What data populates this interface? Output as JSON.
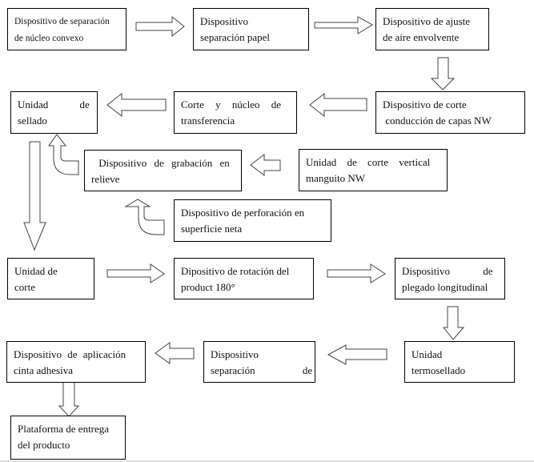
{
  "diagram": {
    "type": "process-flowchart",
    "nodes": [
      {
        "id": "n1",
        "line1": "Dispositivo de separación",
        "line2": "de núcleo convexo"
      },
      {
        "id": "n2",
        "line1": "Dispositivo",
        "line2": "separación papel"
      },
      {
        "id": "n3",
        "line1": "Dispositivo de ajuste",
        "line2": "de aire envolvente"
      },
      {
        "id": "n4",
        "line1": "Dispositivo de corte",
        "line2": " conducción de capas NW"
      },
      {
        "id": "n5",
        "line1": "Corte y núcleo de",
        "line2": "transferencia"
      },
      {
        "id": "n6",
        "line1": "Unidad de",
        "line2": "sellado"
      },
      {
        "id": "n7",
        "line1": "Unidad de corte vertical",
        "line2": "manguito NW"
      },
      {
        "id": "n8",
        "line1": " Dispositivo de grabación en",
        "line2": "relieve"
      },
      {
        "id": "n9",
        "line1": "Dispositivo de perforación en",
        "line2": "superficie neta"
      },
      {
        "id": "n10",
        "line1": "Unidad de",
        "line2": "corte"
      },
      {
        "id": "n11",
        "line1": "Dipositivo de rotación del",
        "line2": "product 180°"
      },
      {
        "id": "n12",
        "line1": "Dispositivo de",
        "line2": "plegado longitudinal"
      },
      {
        "id": "n13",
        "line1": "Unidad",
        "line2": "termosellado"
      },
      {
        "id": "n14",
        "line1": "Dispositivo",
        "line2": "separación de"
      },
      {
        "id": "n15",
        "line1": "Dispositivo de aplicación",
        "line2": "cinta adhesiva"
      },
      {
        "id": "n16",
        "line1": "Plataforma de entrega",
        "line2": "del producto"
      }
    ],
    "edges": [
      {
        "from": "n1",
        "to": "n2",
        "direction": "right"
      },
      {
        "from": "n2",
        "to": "n3",
        "direction": "right"
      },
      {
        "from": "n3",
        "to": "n4",
        "direction": "down"
      },
      {
        "from": "n4",
        "to": "n5",
        "direction": "left"
      },
      {
        "from": "n5",
        "to": "n6",
        "direction": "left"
      },
      {
        "from": "n7",
        "to": "n8",
        "direction": "left"
      },
      {
        "from": "n8",
        "to": "n6",
        "direction": "up-turn"
      },
      {
        "from": "n9",
        "to": "n8",
        "direction": "up-turn"
      },
      {
        "from": "n6",
        "to": "n10",
        "direction": "down"
      },
      {
        "from": "n10",
        "to": "n11",
        "direction": "right"
      },
      {
        "from": "n11",
        "to": "n12",
        "direction": "right"
      },
      {
        "from": "n12",
        "to": "n13",
        "direction": "down"
      },
      {
        "from": "n13",
        "to": "n14",
        "direction": "left"
      },
      {
        "from": "n14",
        "to": "n15",
        "direction": "left"
      },
      {
        "from": "n15",
        "to": "n16",
        "direction": "down"
      }
    ]
  }
}
